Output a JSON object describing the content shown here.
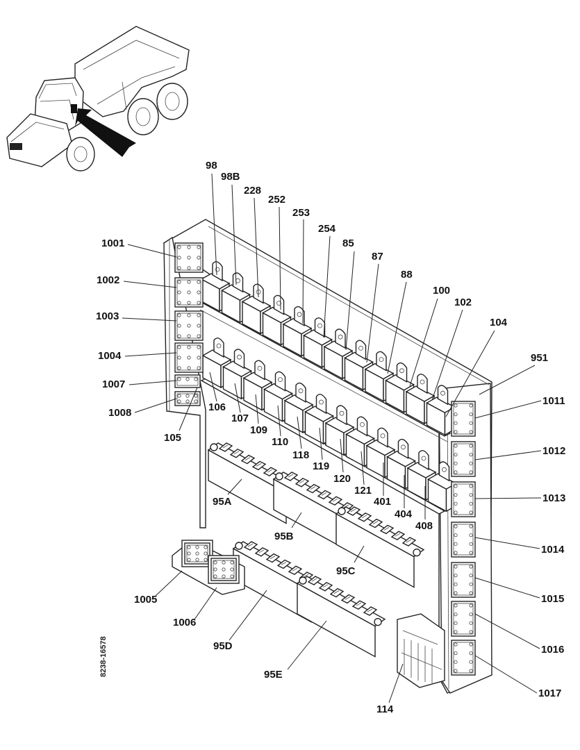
{
  "figure": {
    "reference_code": "8238-16578",
    "labels": {
      "l98": "98",
      "l98B": "98B",
      "l228": "228",
      "l252": "252",
      "l253": "253",
      "l254": "254",
      "l85": "85",
      "l87": "87",
      "l88": "88",
      "l100": "100",
      "l102": "102",
      "l104": "104",
      "l951": "951",
      "l1001": "1001",
      "l1002": "1002",
      "l1003": "1003",
      "l1004": "1004",
      "l1007": "1007",
      "l1008": "1008",
      "l105": "105",
      "l106": "106",
      "l107": "107",
      "l109": "109",
      "l110": "110",
      "l118": "118",
      "l119": "119",
      "l120": "120",
      "l121": "121",
      "l401": "401",
      "l404": "404",
      "l408": "408",
      "l1011": "1011",
      "l1012": "1012",
      "l1013": "1013",
      "l1014": "1014",
      "l1015": "1015",
      "l1016": "1016",
      "l1017": "1017",
      "l95A": "95A",
      "l95B": "95B",
      "l95C": "95C",
      "l95D": "95D",
      "l95E": "95E",
      "l1005": "1005",
      "l1006": "1006",
      "l114": "114"
    }
  }
}
